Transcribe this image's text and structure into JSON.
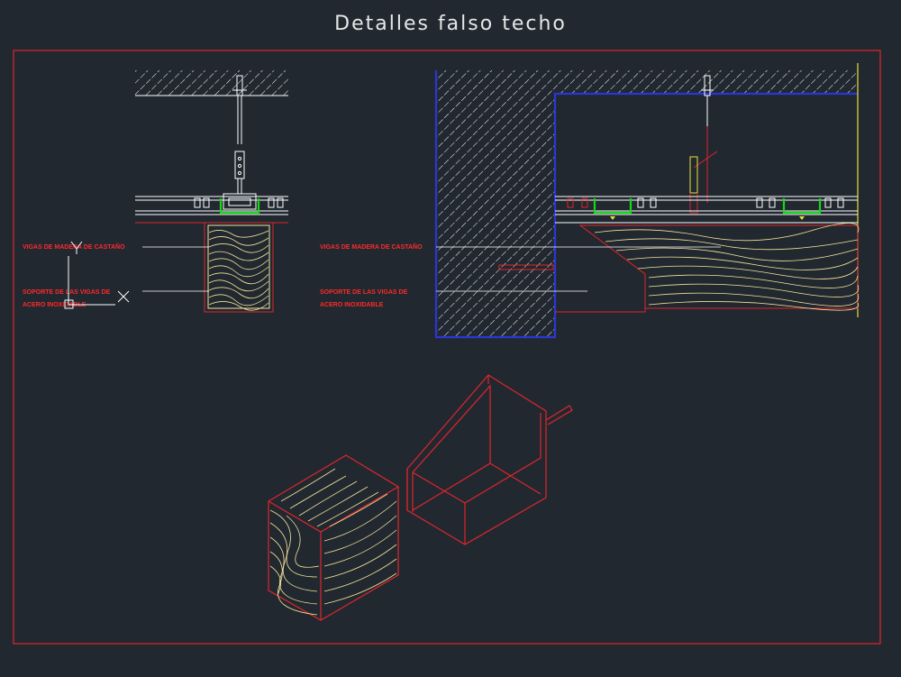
{
  "title": "Detalles falso techo",
  "labels": {
    "left_beam": "VIGAS DE MADERA DE CASTAÑO",
    "left_support_1": "SOPORTE DE LAS VIGAS DE",
    "left_support_2": "ACERO INOXIDABLE",
    "right_beam": "VIGAS DE MADERA DE CASTAÑO",
    "right_support_1": "SOPORTE DE LAS VIGAS DE",
    "right_support_2": "ACERO INOXIDABLE"
  },
  "colors": {
    "background": "#212830",
    "frame": "#e0262b",
    "wood_grain": "#f4e29a",
    "hatch": "#ffffff",
    "profile": "#19d619",
    "wall_edge": "#2a36d6",
    "guide": "#e8e03a"
  },
  "icons": {
    "ucs": "ucs-crosshair-icon",
    "pickbox": "pickbox-icon",
    "cursor": "cross-cursor-icon"
  }
}
